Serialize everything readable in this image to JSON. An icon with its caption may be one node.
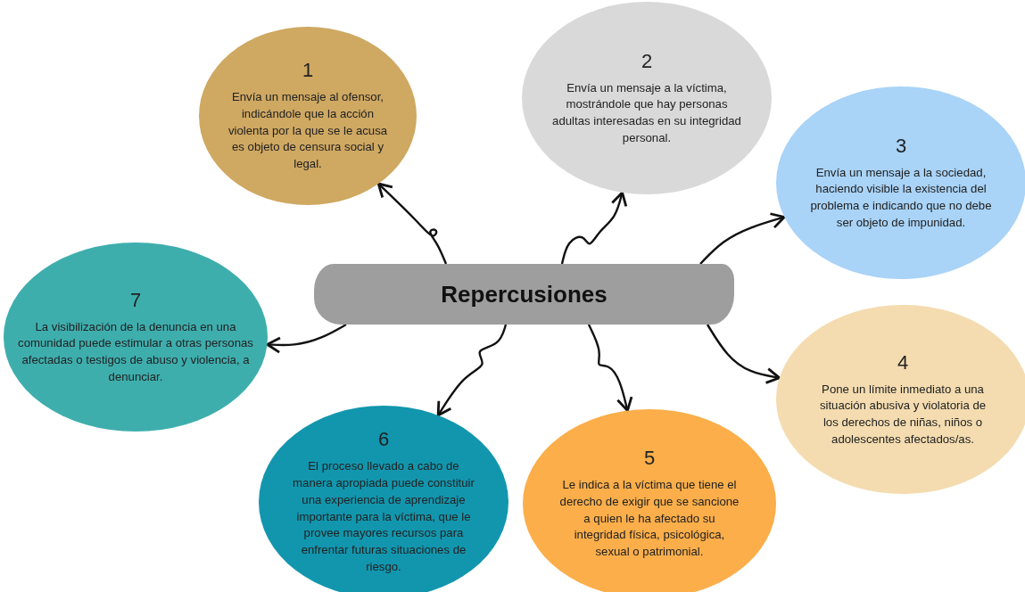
{
  "diagram": {
    "nodes": [
      {
        "text": [
          "Repercusiones"
        ]
      },
      {
        "text": [
          "1",
          "Envía un mensaje al ofensor, indicándole que la acción violenta por la que se le acusa es objeto de censura social y legal."
        ]
      },
      {
        "text": [
          "2",
          "Envía un mensaje a la víctima, mostrándole que hay personas adultas interesadas en su integridad personal."
        ]
      },
      {
        "text": [
          "3",
          "Envía un mensaje a la sociedad, haciendo visible la existencia del problema e indicando que no debe ser objeto de impunidad."
        ]
      },
      {
        "text": [
          "4",
          "Pone un límite inmediato a una situación abusiva y violatoria de los derechos de niñas, niños o adolescentes afectados/as."
        ]
      },
      {
        "text": [
          "5",
          "Le indica a la víctima que tiene el derecho de exigir que se sancione a quien le ha afectado su integridad física, psicológica, sexual o patrimonial."
        ]
      },
      {
        "text": [
          "6",
          "El proceso llevado a cabo de manera apropiada puede constituir una experiencia de aprendizaje importante para la víctima, que le provee mayores recursos para enfrentar futuras situaciones de riesgo."
        ]
      },
      {
        "text": [
          "7",
          "La visibilización de la denuncia en una comunidad puede estimular a otras personas afectadas o testigos de abuso y violencia, a denunciar."
        ]
      }
    ],
    "edges": [
      {
        "from": 0,
        "to": 1,
        "arrow": "to"
      },
      {
        "from": 0,
        "to": 2,
        "arrow": "to"
      },
      {
        "from": 0,
        "to": 3,
        "arrow": "to"
      },
      {
        "from": 0,
        "to": 4,
        "arrow": "to"
      },
      {
        "from": 0,
        "to": 5,
        "arrow": "to"
      },
      {
        "from": 0,
        "to": 6,
        "arrow": "to"
      },
      {
        "from": 0,
        "to": 7,
        "arrow": "to"
      }
    ]
  }
}
